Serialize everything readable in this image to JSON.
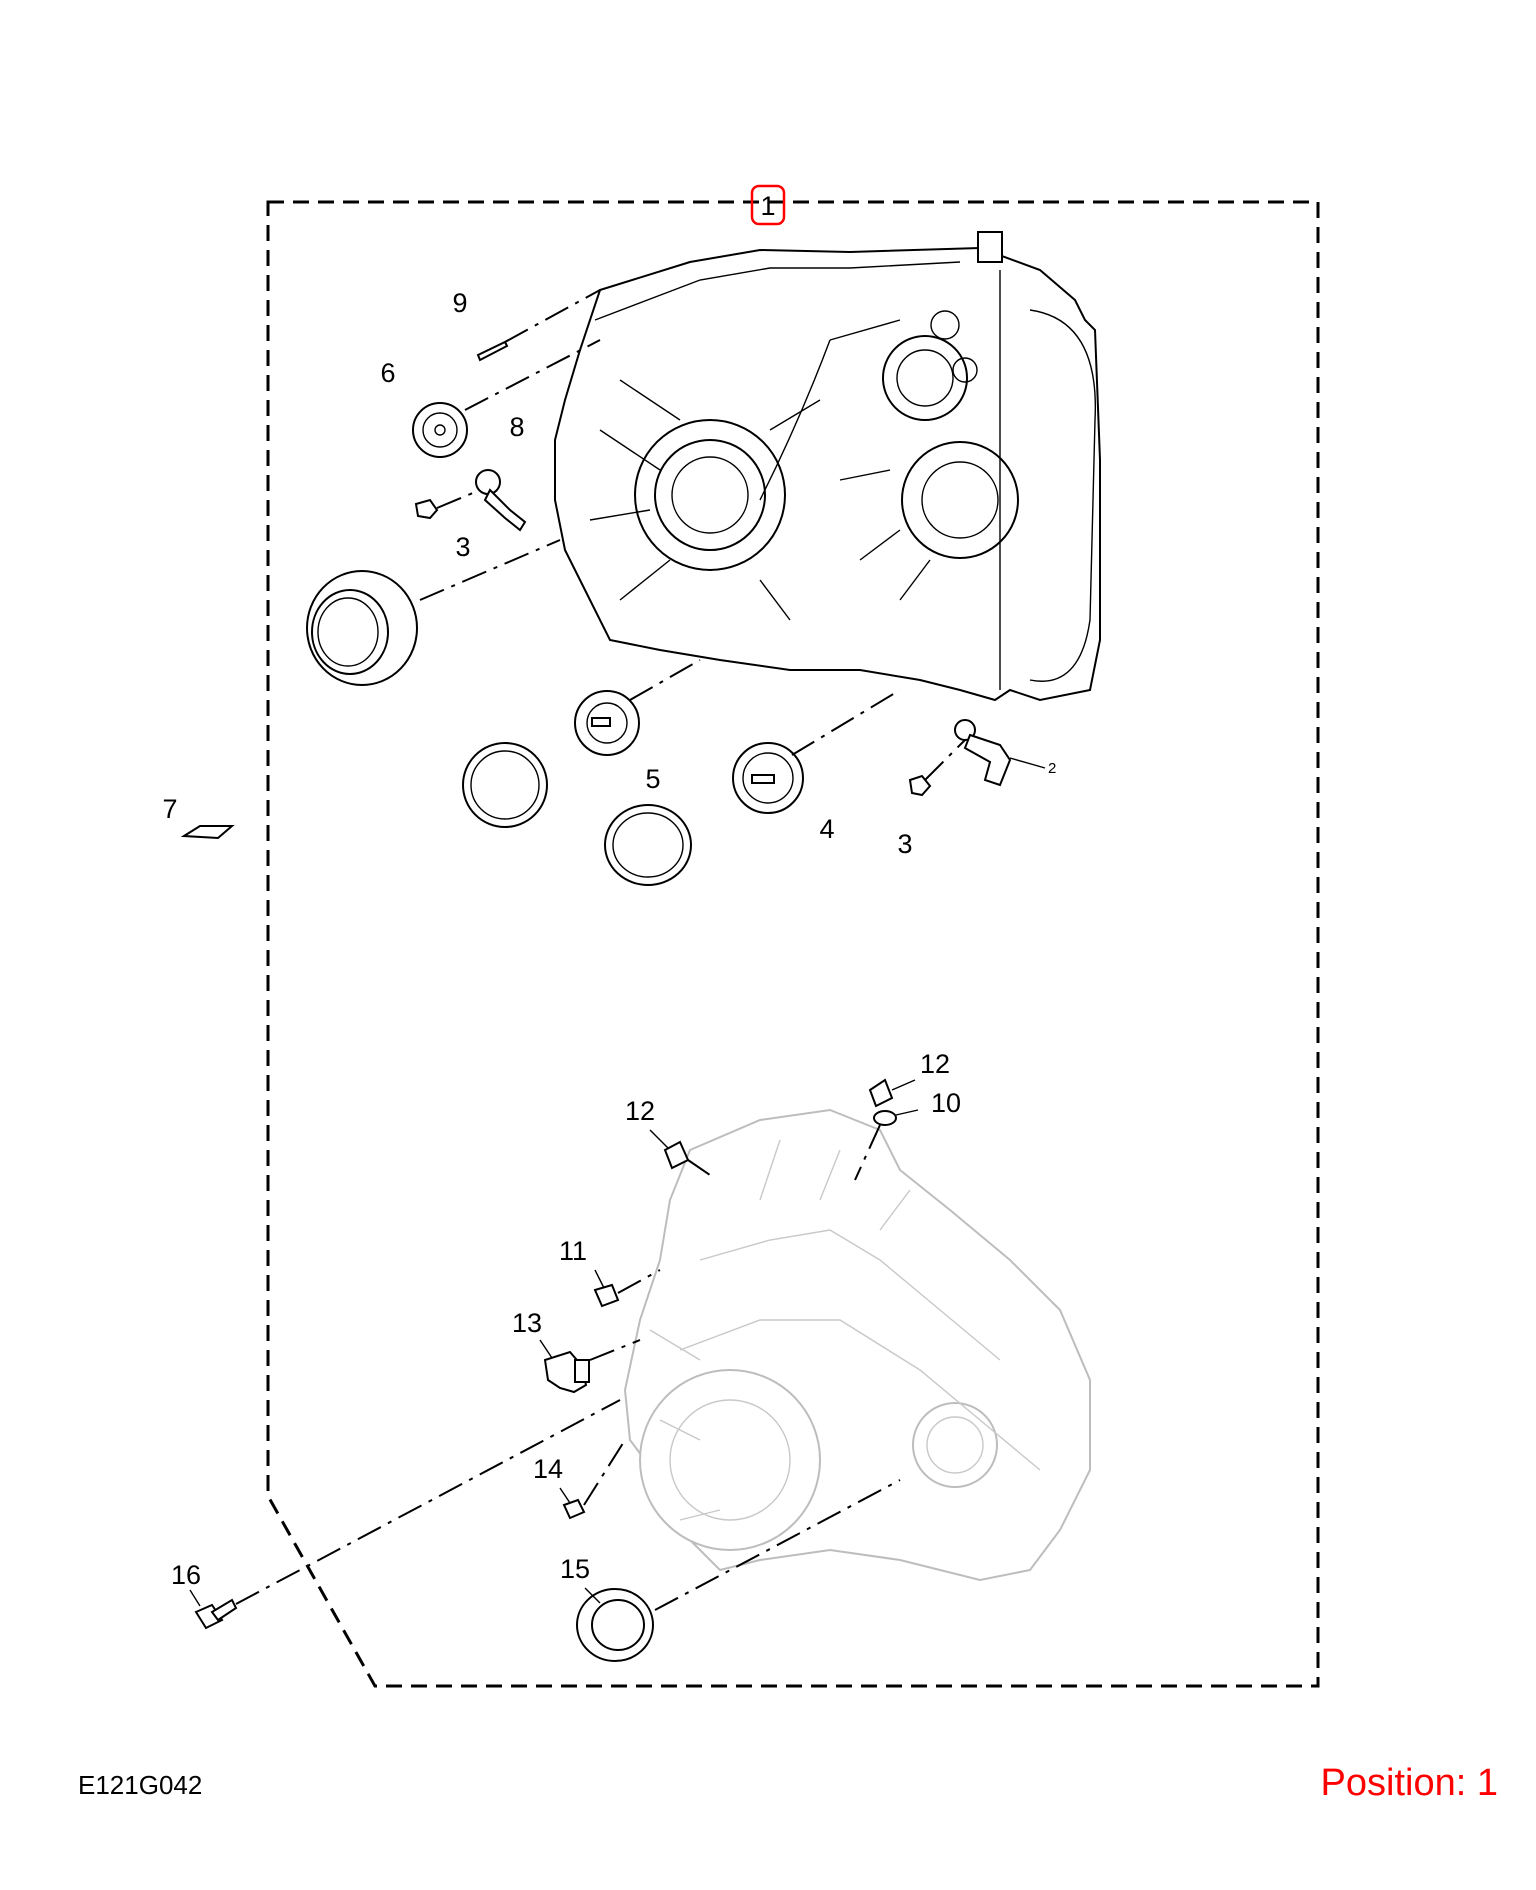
{
  "diagram_code": "E121G042",
  "position_label": "Position: 1",
  "highlight_color": "#ff0000",
  "callouts": {
    "c1": "1",
    "c2": "2",
    "c3a": "3",
    "c3b": "3",
    "c4": "4",
    "c5": "5",
    "c6": "6",
    "c7": "7",
    "c8": "8",
    "c9": "9",
    "c10": "10",
    "c11": "11",
    "c12a": "12",
    "c12b": "12",
    "c13": "13",
    "c14": "14",
    "c15": "15",
    "c16": "16"
  }
}
